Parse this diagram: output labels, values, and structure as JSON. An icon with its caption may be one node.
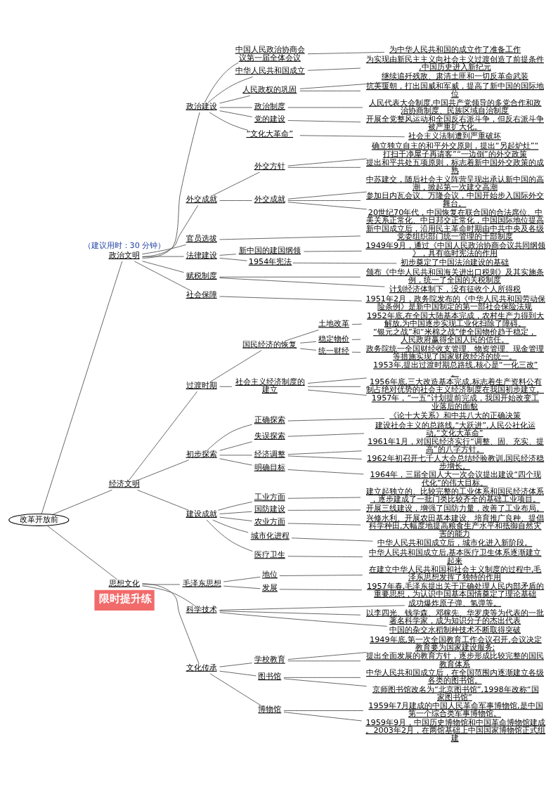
{
  "diagram": {
    "nodes": [
      {
        "text": [
          "改革开放前"
        ]
      },
      {
        "text": [
          "政治文明"
        ]
      },
      {
        "text": [
          "政治建设"
        ]
      },
      {
        "text": [
          "中国人民政治协商会议第一届全体会议"
        ]
      },
      {
        "text": [
          "为中华人民共和国的成立作了准备工作"
        ]
      },
      {
        "text": [
          "中华人民共和国成立"
        ]
      },
      {
        "text": [
          "为实现由新民主主义向社会主义过渡创造了前提条件,中国历史进入新纪元"
        ]
      },
      {
        "text": [
          "人民政权的巩固"
        ]
      },
      {
        "text": [
          "继续追歼残敌、肃清土匪和一切反革命武装"
        ]
      },
      {
        "text": [
          "抗美援朝，打出国威和军威，提高了新中国的国际地位"
        ]
      },
      {
        "text": [
          "政治制度"
        ]
      },
      {
        "text": [
          "人民代表大会制度,中国共产党领导的多党合作和政治协商制度、民族区域自治制度"
        ]
      },
      {
        "text": [
          "党的建设"
        ]
      },
      {
        "text": [
          "开展全党整风运动和全国反右派斗争，但反右派斗争被严重扩大化。"
        ]
      },
      {
        "text": [
          "“文化大革命”"
        ]
      },
      {
        "text": [
          "社会主义法制遭到严重破坏"
        ]
      },
      {
        "text": [
          "外交成就"
        ]
      },
      {
        "text": [
          "外交方针"
        ]
      },
      {
        "text": [
          "确立独立自主的和平外交原则，提出“另起炉灶”“打扫干净屋子再请客”“一边倒”的外交政策"
        ]
      },
      {
        "text": [
          "提出和平共处五项原则，标志着新中国外交政策的成熟"
        ]
      },
      {
        "text": [
          "外交成就"
        ]
      },
      {
        "text": [
          "中苏建交，随后社会主义阵营呈现出承认新中国的高潮，掀起第一次建交高潮"
        ]
      },
      {
        "text": [
          "参加日内瓦会议、万隆会议，中国开始步入国际外交舞台。"
        ]
      },
      {
        "text": [
          "20世纪70年代，中国恢复在联合国的合法席位、中美关系正常化、中日邦交正常化，中国国际地位提高"
        ]
      },
      {
        "text": [
          "官员选拔"
        ]
      },
      {
        "text": [
          "新中国成立后，沿用民主革命时期由中共中央及各级党委组织部门统一管理的干部制度"
        ]
      },
      {
        "text": [
          "法律建设"
        ]
      },
      {
        "text": [
          "新中国的建国纲领"
        ]
      },
      {
        "text": [
          "1949年9月，通过《中国人民政治协商会议共同纲领》，具有临时宪法的作用"
        ]
      },
      {
        "text": [
          "1954年宪法"
        ]
      },
      {
        "text": [
          "初步奠定了中国法治建设的基础"
        ]
      },
      {
        "text": [
          "赋税制度"
        ]
      },
      {
        "text": [
          "颁布《中华人民共和国海关进出口税则》及其实施条例，统一了全国的关税制度"
        ]
      },
      {
        "text": [
          "计划经济体制下，没有征收个人所得税"
        ]
      },
      {
        "text": [
          "社会保障"
        ]
      },
      {
        "text": [
          "1951年2月，政务院发布的《中华人民共和国劳动保险条例》是新中国制定的第一部社会保险法规"
        ]
      },
      {
        "text": [
          "经济文明"
        ]
      },
      {
        "text": [
          "过渡时期"
        ]
      },
      {
        "text": [
          "国民经济的恢复"
        ]
      },
      {
        "text": [
          "土地改革"
        ]
      },
      {
        "text": [
          "1952年底,在全国大陆基本完成，农村生产力得到大解放,为中国逐步实现工业化扫除了障碍。"
        ]
      },
      {
        "text": [
          "稳定物价"
        ]
      },
      {
        "text": [
          "“银元之战”和“米棉之战”使全国物价趋于稳定，人民政府赢得全国人民的信任。"
        ]
      },
      {
        "text": [
          "统一财经"
        ]
      },
      {
        "text": [
          "政务院统一全国财经收支管理、物资管理、现金管理等措施实现了国家财政经济的统一。"
        ]
      },
      {
        "text": [
          "社会主义经济制度的建立"
        ]
      },
      {
        "text": [
          "1953年,提出过渡时期总路线,核心是“一化三改”。"
        ]
      },
      {
        "text": [
          "1956年底,三大改造基本完成,标志着生产资料公有制占绝对优势的社会主义经济制度在我国初步建立。"
        ]
      },
      {
        "text": [
          "1957年，“一五”计划提前完成，我国开始改变工业落后的面貌"
        ]
      },
      {
        "text": [
          "初步探索"
        ]
      },
      {
        "text": [
          "正确探索"
        ]
      },
      {
        "text": [
          "《论十大关系》和中共八大的正确决策"
        ]
      },
      {
        "text": [
          "失误探索"
        ]
      },
      {
        "text": [
          "建设社会主义的总路线,“大跃进”,人民公社化运动,“文化大革命”"
        ]
      },
      {
        "text": [
          "经济调整"
        ]
      },
      {
        "text": [
          "1961年1月，对国民经济实行“调整、固、充实、提高”的八字方针。"
        ]
      },
      {
        "text": [
          "1962年初召开七千人大会总结经验教训,国民经济稳步增长。"
        ]
      },
      {
        "text": [
          "明确目标"
        ]
      },
      {
        "text": [
          "1964年，三届全国人大一次会议提出建设“四个现代化”的伟大目标。"
        ]
      },
      {
        "text": [
          "建设成就"
        ]
      },
      {
        "text": [
          "工业方面"
        ]
      },
      {
        "text": [
          "建立起独立的、比较完整的工业体系和国民经济体系，逐步建成了一批门类比较齐全的基础工业项目。"
        ]
      },
      {
        "text": [
          "国防建设"
        ]
      },
      {
        "text": [
          "开展三线建设，增强了国防力量，改善了工业布局。"
        ]
      },
      {
        "text": [
          "农业方面"
        ]
      },
      {
        "text": [
          "兴修水利、开展农田基本建设、培育推广良种、提倡科学种田,大幅度地提高粮食生产水平和抵御自然灾害的能力"
        ]
      },
      {
        "text": [
          "城市化进程"
        ]
      },
      {
        "text": [
          "中华人民共和国成立后，城市化进入新阶段。"
        ]
      },
      {
        "text": [
          "医疗卫生"
        ]
      },
      {
        "text": [
          "中华人民共和国成立后,基本医疗卫生体系逐渐建立起来"
        ]
      },
      {
        "text": [
          "思想文化"
        ]
      },
      {
        "text": [
          "毛泽东思想"
        ]
      },
      {
        "text": [
          "地位"
        ]
      },
      {
        "text": [
          "在建立中华人民共和国和社会主义制度的过程中,毛泽东思想发挥了独特的作用"
        ]
      },
      {
        "text": [
          "发展"
        ]
      },
      {
        "text": [
          "1957年春,毛泽东提出关于正确处理人民内部矛盾的重要思想，为认识中国基本国情奠定了理论基础"
        ]
      },
      {
        "text": [
          "科学技术"
        ]
      },
      {
        "text": [
          "成功爆炸原子弹、氢弹等。"
        ]
      },
      {
        "text": [
          "以李四光、钱学森、邓稼先、华罗庚等为代表的一批著名科学家，成为知识分子的杰出代表"
        ]
      },
      {
        "text": [
          "中国的杂交水稻制种技术不断取得突破"
        ]
      },
      {
        "text": [
          "文化传承"
        ]
      },
      {
        "text": [
          "学校教育"
        ]
      },
      {
        "text": [
          "1949年底,第一次全国教育工作会议召开,会议决定教育要为国家建设服务;"
        ]
      },
      {
        "text": [
          "提出全面发展的教育方针，逐步形成比较完整的国民教育体系"
        ]
      },
      {
        "text": [
          "图书馆"
        ]
      },
      {
        "text": [
          "中华人民共和国成立后，在全国范围内逐渐建立各级各类的图书馆。"
        ]
      },
      {
        "text": [
          "京师图书馆改名为“北京图书馆”,1998年改称“国家图书馆”"
        ]
      },
      {
        "text": [
          "博物馆"
        ]
      },
      {
        "text": [
          "1959年7月建成的中国人民革命军事博物馆,是中国第一个综合类军事博物馆。"
        ]
      },
      {
        "text": [
          "1959年9月，中国历史博物馆和中国革命博物馆建成。2003年2月，在两馆基础上中国国家博物馆正式组建"
        ]
      }
    ],
    "edges": [
      {
        "from": 0,
        "to": 1,
        "arrow": "none"
      },
      {
        "from": 0,
        "to": 36,
        "arrow": "none"
      },
      {
        "from": 0,
        "to": 70,
        "arrow": "none"
      },
      {
        "from": 1,
        "to": 2,
        "arrow": "none"
      },
      {
        "from": 1,
        "to": 16,
        "arrow": "none"
      },
      {
        "from": 1,
        "to": 24,
        "arrow": "none"
      },
      {
        "from": 1,
        "to": 26,
        "arrow": "none"
      },
      {
        "from": 1,
        "to": 31,
        "arrow": "none"
      },
      {
        "from": 1,
        "to": 34,
        "arrow": "none"
      },
      {
        "from": 2,
        "to": 3,
        "arrow": "none"
      },
      {
        "from": 2,
        "to": 5,
        "arrow": "none"
      },
      {
        "from": 2,
        "to": 7,
        "arrow": "none"
      },
      {
        "from": 2,
        "to": 10,
        "arrow": "none"
      },
      {
        "from": 2,
        "to": 12,
        "arrow": "none"
      },
      {
        "from": 2,
        "to": 14,
        "arrow": "none"
      },
      {
        "from": 3,
        "to": 4,
        "arrow": "none"
      },
      {
        "from": 5,
        "to": 6,
        "arrow": "none"
      },
      {
        "from": 7,
        "to": 8,
        "arrow": "none"
      },
      {
        "from": 7,
        "to": 9,
        "arrow": "none"
      },
      {
        "from": 10,
        "to": 11,
        "arrow": "none"
      },
      {
        "from": 12,
        "to": 13,
        "arrow": "none"
      },
      {
        "from": 14,
        "to": 15,
        "arrow": "none"
      },
      {
        "from": 16,
        "to": 17,
        "arrow": "none"
      },
      {
        "from": 16,
        "to": 20,
        "arrow": "none"
      },
      {
        "from": 17,
        "to": 18,
        "arrow": "none"
      },
      {
        "from": 17,
        "to": 19,
        "arrow": "none"
      },
      {
        "from": 20,
        "to": 21,
        "arrow": "none"
      },
      {
        "from": 20,
        "to": 22,
        "arrow": "none"
      },
      {
        "from": 20,
        "to": 23,
        "arrow": "none"
      },
      {
        "from": 24,
        "to": 25,
        "arrow": "none"
      },
      {
        "from": 26,
        "to": 27,
        "arrow": "none"
      },
      {
        "from": 26,
        "to": 29,
        "arrow": "none"
      },
      {
        "from": 27,
        "to": 28,
        "arrow": "none"
      },
      {
        "from": 29,
        "to": 30,
        "arrow": "none"
      },
      {
        "from": 31,
        "to": 32,
        "arrow": "none"
      },
      {
        "from": 31,
        "to": 33,
        "arrow": "none"
      },
      {
        "from": 34,
        "to": 35,
        "arrow": "none"
      },
      {
        "from": 36,
        "to": 37,
        "arrow": "none"
      },
      {
        "from": 36,
        "to": 49,
        "arrow": "none"
      },
      {
        "from": 36,
        "to": 59,
        "arrow": "none"
      },
      {
        "from": 37,
        "to": 38,
        "arrow": "none"
      },
      {
        "from": 37,
        "to": 45,
        "arrow": "none"
      },
      {
        "from": 38,
        "to": 39,
        "arrow": "none"
      },
      {
        "from": 38,
        "to": 41,
        "arrow": "none"
      },
      {
        "from": 38,
        "to": 43,
        "arrow": "none"
      },
      {
        "from": 39,
        "to": 40,
        "arrow": "none"
      },
      {
        "from": 41,
        "to": 42,
        "arrow": "none"
      },
      {
        "from": 43,
        "to": 44,
        "arrow": "none"
      },
      {
        "from": 45,
        "to": 46,
        "arrow": "none"
      },
      {
        "from": 45,
        "to": 47,
        "arrow": "none"
      },
      {
        "from": 45,
        "to": 48,
        "arrow": "none"
      },
      {
        "from": 49,
        "to": 50,
        "arrow": "none"
      },
      {
        "from": 49,
        "to": 52,
        "arrow": "none"
      },
      {
        "from": 49,
        "to": 54,
        "arrow": "none"
      },
      {
        "from": 49,
        "to": 57,
        "arrow": "none"
      },
      {
        "from": 50,
        "to": 51,
        "arrow": "none"
      },
      {
        "from": 52,
        "to": 53,
        "arrow": "none"
      },
      {
        "from": 54,
        "to": 55,
        "arrow": "none"
      },
      {
        "from": 54,
        "to": 56,
        "arrow": "none"
      },
      {
        "from": 57,
        "to": 58,
        "arrow": "none"
      },
      {
        "from": 59,
        "to": 60,
        "arrow": "none"
      },
      {
        "from": 59,
        "to": 62,
        "arrow": "none"
      },
      {
        "from": 59,
        "to": 64,
        "arrow": "none"
      },
      {
        "from": 59,
        "to": 66,
        "arrow": "none"
      },
      {
        "from": 59,
        "to": 68,
        "arrow": "none"
      },
      {
        "from": 60,
        "to": 61,
        "arrow": "none"
      },
      {
        "from": 62,
        "to": 63,
        "arrow": "none"
      },
      {
        "from": 64,
        "to": 65,
        "arrow": "none"
      },
      {
        "from": 66,
        "to": 67,
        "arrow": "none"
      },
      {
        "from": 68,
        "to": 69,
        "arrow": "none"
      },
      {
        "from": 70,
        "to": 71,
        "arrow": "none"
      },
      {
        "from": 70,
        "to": 76,
        "arrow": "none"
      },
      {
        "from": 70,
        "to": 80,
        "arrow": "none"
      },
      {
        "from": 71,
        "to": 72,
        "arrow": "none"
      },
      {
        "from": 71,
        "to": 74,
        "arrow": "none"
      },
      {
        "from": 72,
        "to": 73,
        "arrow": "none"
      },
      {
        "from": 74,
        "to": 75,
        "arrow": "none"
      },
      {
        "from": 76,
        "to": 77,
        "arrow": "none"
      },
      {
        "from": 76,
        "to": 78,
        "arrow": "none"
      },
      {
        "from": 76,
        "to": 79,
        "arrow": "none"
      },
      {
        "from": 80,
        "to": 81,
        "arrow": "none"
      },
      {
        "from": 80,
        "to": 84,
        "arrow": "none"
      },
      {
        "from": 80,
        "to": 87,
        "arrow": "none"
      },
      {
        "from": 81,
        "to": 82,
        "arrow": "none"
      },
      {
        "from": 81,
        "to": 83,
        "arrow": "none"
      },
      {
        "from": 84,
        "to": 85,
        "arrow": "none"
      },
      {
        "from": 84,
        "to": 86,
        "arrow": "none"
      },
      {
        "from": 87,
        "to": 88,
        "arrow": "none"
      },
      {
        "from": 87,
        "to": 89,
        "arrow": "none"
      }
    ],
    "labels": [
      "限时提升练",
      "（建议用时：30 分钟）"
    ]
  }
}
